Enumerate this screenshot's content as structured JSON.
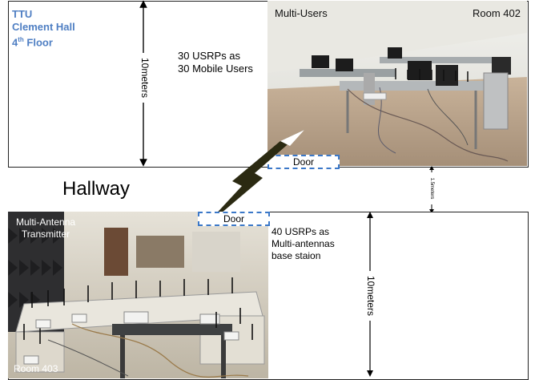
{
  "building": {
    "line1": "TTU",
    "line2": "Clement Hall",
    "floor_num": "4",
    "floor_sup": "th",
    "floor_word": "Floor"
  },
  "top_room": {
    "users_desc_line1": "30 USRPs as",
    "users_desc_line2": "30 Mobile Users",
    "photo_label": "Multi-Users",
    "room_label": "Room 402",
    "door_label": "Door",
    "dimension": "10meters"
  },
  "hallway": {
    "label": "Hallway",
    "gap_dimension": "1.5meters"
  },
  "bottom_room": {
    "photo_label_line1": "Multi-Antenna",
    "photo_label_line2": "Transmitter",
    "room_label": "Room 403",
    "door_label": "Door",
    "bs_desc_line1": "40 USRPs as",
    "bs_desc_line2": "Multi-antennas",
    "bs_desc_line3": "base staion",
    "dimension": "10meters"
  },
  "colors": {
    "title_blue": "#4f7fc3",
    "door_border": "#3b78c8",
    "bolt_fill": "#2b2a12"
  }
}
